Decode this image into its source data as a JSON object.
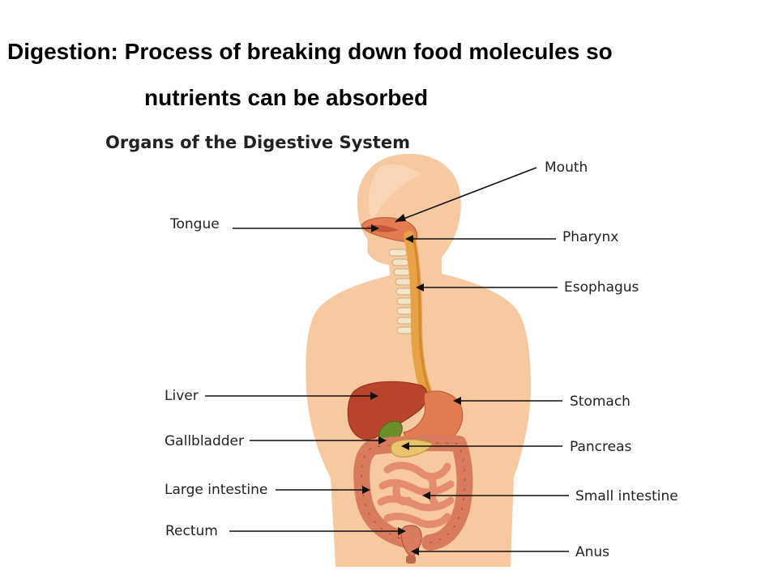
{
  "heading": {
    "line1": "Digestion: Process of breaking down food molecules so",
    "line2": "nutrients can be absorbed"
  },
  "diagram": {
    "title": "Organs of the Digestive System",
    "labels": {
      "mouth": "Mouth",
      "tongue": "Tongue",
      "pharynx": "Pharynx",
      "esophagus": "Esophagus",
      "liver": "Liver",
      "stomach": "Stomach",
      "gallbladder": "Gallbladder",
      "pancreas": "Pancreas",
      "large_intestine": "Large intestine",
      "small_intestine": "Small intestine",
      "rectum": "Rectum",
      "anus": "Anus"
    },
    "colors": {
      "skin": "#f7c9a0",
      "skin_light": "#fbdcc0",
      "gut": "#e37c50",
      "liver": "#b8452b",
      "gallbladder": "#6b8f2b",
      "pancreas": "#e8c46a",
      "intestine": "#d97c5e",
      "trachea": "#f3e6c8"
    }
  }
}
